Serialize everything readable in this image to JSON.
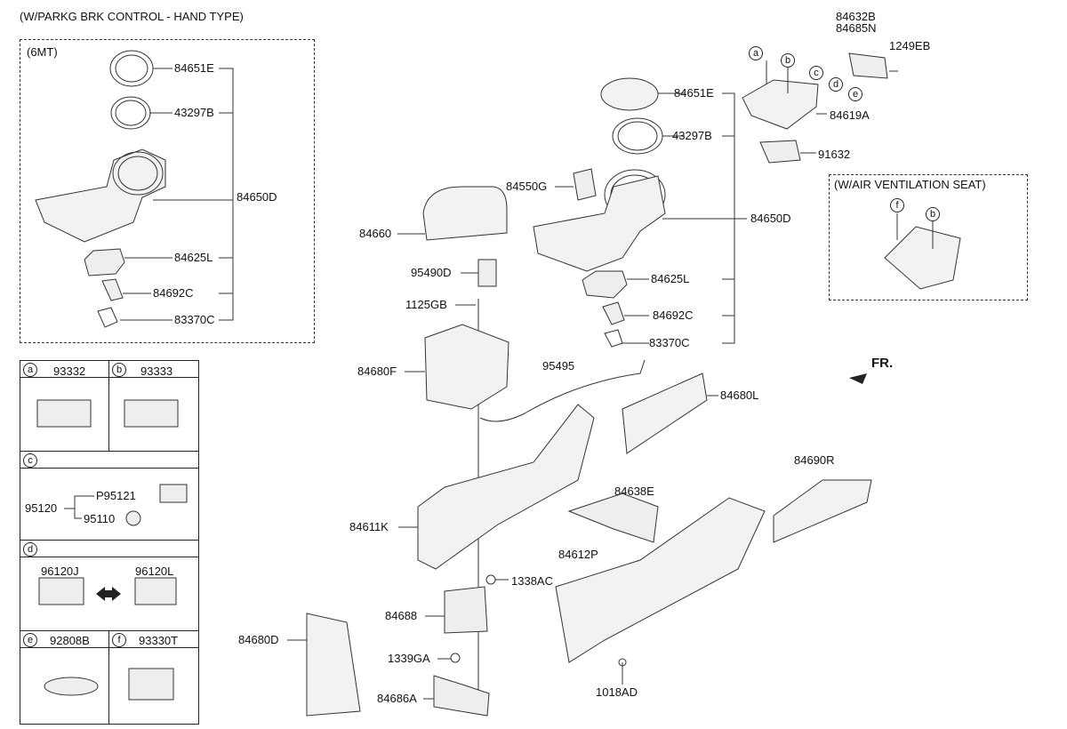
{
  "top_title": "(W/PARKG BRK CONTROL - HAND TYPE)",
  "mt_box": {
    "title": "(6MT)",
    "parts": [
      "84651E",
      "43297B",
      "84650D",
      "84625L",
      "84692C",
      "83370C"
    ]
  },
  "vent_box": {
    "title": "(W/AIR VENTILATION SEAT)"
  },
  "fr_label": "FR.",
  "callouts": [
    "a",
    "b",
    "c",
    "d",
    "e",
    "f"
  ],
  "parts": {
    "p84632B": "84632B",
    "p84685N": "84685N",
    "p1249EB": "1249EB",
    "p84651E": "84651E",
    "p84619A": "84619A",
    "p43297B": "43297B",
    "p91632": "91632",
    "p84550G": "84550G",
    "p84650D": "84650D",
    "p84660": "84660",
    "p95490D": "95490D",
    "p84625L": "84625L",
    "p1125GB": "1125GB",
    "p84692C": "84692C",
    "p83370C": "83370C",
    "p95495": "95495",
    "p84680F": "84680F",
    "p84680L": "84680L",
    "p84690R": "84690R",
    "p84638E": "84638E",
    "p84611K": "84611K",
    "p84612P": "84612P",
    "p1338AC": "1338AC",
    "p84688": "84688",
    "p84680D": "84680D",
    "p1339GA": "1339GA",
    "p84686A": "84686A",
    "p1018AD": "1018AD"
  },
  "legend": {
    "a": {
      "letter": "a",
      "part": "93332"
    },
    "b": {
      "letter": "b",
      "part": "93333"
    },
    "c": {
      "letter": "c",
      "part": "95120",
      "sub1": "P95121",
      "sub2": "95110"
    },
    "d": {
      "letter": "d",
      "left": "96120J",
      "right": "96120L"
    },
    "e": {
      "letter": "e",
      "part": "92808B"
    },
    "f": {
      "letter": "f",
      "part": "93330T"
    }
  }
}
